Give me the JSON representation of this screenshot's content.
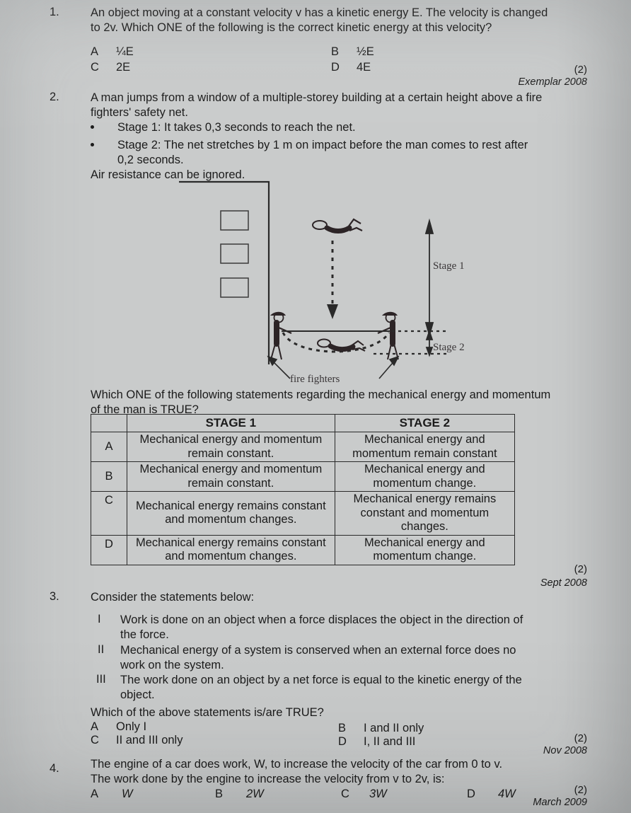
{
  "page": {
    "background_color": "#c9cbcb",
    "ink_color": "#1b1b1b"
  },
  "questions": [
    {
      "number": "1.",
      "text_lines": [
        "An object moving at a constant velocity v has a kinetic energy E. The velocity is changed",
        "to 2v. Which ONE of the following is the correct kinetic energy at this velocity?"
      ],
      "options": [
        {
          "label": "A",
          "text": "¼E"
        },
        {
          "label": "B",
          "text": "½E"
        },
        {
          "label": "C",
          "text": "2E"
        },
        {
          "label": "D",
          "text": "4E"
        }
      ],
      "marks": "(2)",
      "source": "Exemplar 2008"
    },
    {
      "number": "2.",
      "text_lines": [
        "A man jumps from a window of a multiple-storey building at a certain height above a fire",
        "fighters' safety net."
      ],
      "bullets": [
        "Stage 1: It takes 0,3 seconds to reach the net.",
        "Stage 2: The net stretches by 1 m on impact before the man comes to rest after",
        "0,2 seconds."
      ],
      "closing_note": "Air resistance can be ignored.",
      "prompt_lines": [
        "Which ONE of the following statements regarding the mechanical energy and momentum",
        "of the man is TRUE?"
      ],
      "marks": "(2)",
      "source": "Sept 2008"
    },
    {
      "number": "3.",
      "text_lines": [
        "Consider the statements below:"
      ],
      "statements": [
        {
          "numeral": "I",
          "lines": [
            "Work is done on an object when a force displaces the object in the direction of",
            "the force."
          ]
        },
        {
          "numeral": "II",
          "lines": [
            "Mechanical energy of a system is conserved when an external force does no",
            "work on the system."
          ]
        },
        {
          "numeral": "III",
          "lines": [
            "The work done on an object by a net force is equal to the kinetic energy of the",
            "object."
          ]
        }
      ],
      "prompt": "Which of the above statements is/are TRUE?",
      "options": [
        {
          "label": "A",
          "text": "Only I"
        },
        {
          "label": "B",
          "text": "I and II only"
        },
        {
          "label": "C",
          "text": "II and III only"
        },
        {
          "label": "D",
          "text": "I, II and III"
        }
      ],
      "marks": "(2)",
      "source": "Nov 2008"
    },
    {
      "number": "4.",
      "text_lines": [
        "The engine of a car does work, W, to increase the velocity of the car from 0 to v.",
        "The work done by the engine to increase the velocity from v to 2v, is:"
      ],
      "options": [
        {
          "label": "A",
          "text": "W"
        },
        {
          "label": "B",
          "text": "2W"
        },
        {
          "label": "C",
          "text": "3W"
        },
        {
          "label": "D",
          "text": "4W"
        }
      ],
      "marks": "(2)",
      "source": "March 2009"
    }
  ],
  "diagram": {
    "labels": {
      "stage1": "Stage 1",
      "stage2": "Stage 2",
      "caption": "fire fighters"
    },
    "elements": {
      "building_windows": 3,
      "falling_man": 1,
      "fire_fighters": 2,
      "net": "safety-net",
      "fall_arrow": "dashed-down-arrow"
    }
  },
  "table": {
    "headers": [
      "",
      "STAGE 1",
      "STAGE 2"
    ],
    "rows": [
      {
        "letter": "A",
        "stage1": "Mechanical energy and momentum remain constant.",
        "stage2": "Mechanical energy and momentum remain constant"
      },
      {
        "letter": "B",
        "stage1": "Mechanical energy and momentum remain constant.",
        "stage2": "Mechanical energy and momentum change."
      },
      {
        "letter": "C",
        "stage1": "Mechanical energy remains constant and momentum changes.",
        "stage2": "Mechanical energy remains constant and momentum changes."
      },
      {
        "letter": "D",
        "stage1": "Mechanical energy remains constant and momentum changes.",
        "stage2": "Mechanical energy and momentum change."
      }
    ]
  }
}
